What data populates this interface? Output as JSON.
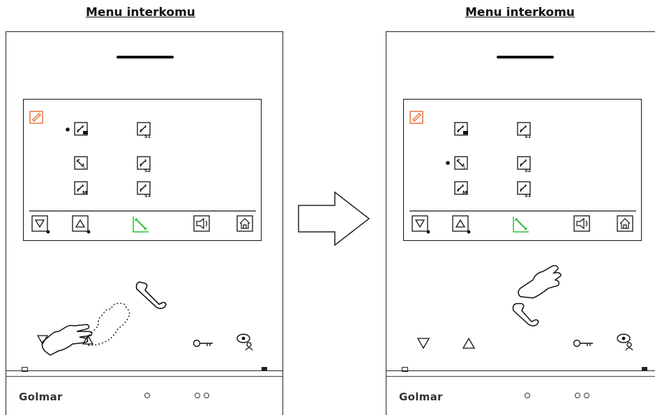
{
  "panels": [
    {
      "title": "Menu interkomu",
      "selected_row": 0
    },
    {
      "title": "Menu interkomu",
      "selected_row": 1
    }
  ],
  "icon_labels": {
    "s1": "S1",
    "s2": "S2",
    "s3": "S3",
    "m": "M"
  },
  "brand": "Golmar",
  "colors": {
    "accent_orange": "#e8743b",
    "accent_green": "#2fbf3a",
    "line": "#111111"
  }
}
